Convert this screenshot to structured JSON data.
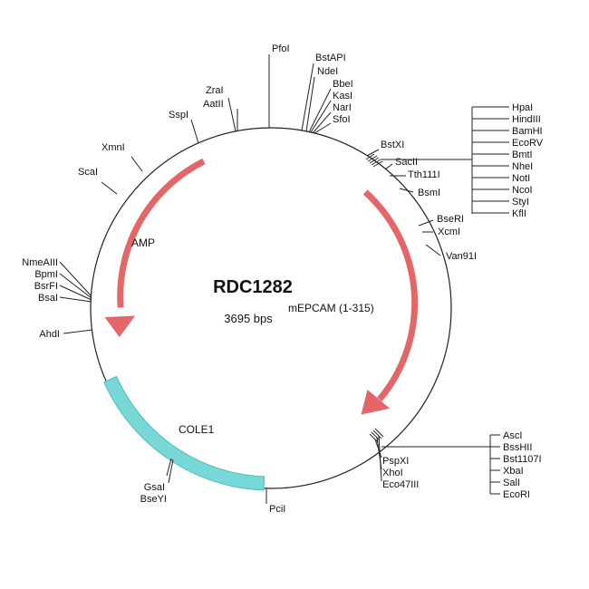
{
  "plasmid": {
    "name": "RDC1282",
    "size_label": "3695 bps"
  },
  "colors": {
    "arrow": "#e46668",
    "arrow_stroke": "#c94b4e",
    "cole1": "#78d8d8",
    "cole1_stroke": "#4fbdbd",
    "backbone": "#222222"
  },
  "features": [
    {
      "id": "mepcam",
      "label": "mEPCAM (1-315)",
      "kind": "arrow"
    },
    {
      "id": "amp",
      "label": "AMP",
      "kind": "arrow"
    },
    {
      "id": "cole1",
      "label": "COLE1",
      "kind": "band"
    }
  ],
  "sites": {
    "pfoi": "PfoI",
    "bstapi": "BstAPI",
    "ndei": "NdeI",
    "bbei": "BbeI",
    "kasi": "KasI",
    "nari": "NarI",
    "sfoi": "SfoI",
    "bstxi": "BstXI",
    "sacii": "SacII",
    "tth111i": "Tth111I",
    "bsmi": "BsmI",
    "bseri": "BseRI",
    "xcmi": "XcmI",
    "van91i": "Van91I",
    "pspxi": "PspXI",
    "xhoi": "XhoI",
    "eco47iii": "Eco47III",
    "pcii": "PciI",
    "gsai": "GsaI",
    "bseyi": "BseYI",
    "ahdi": "AhdI",
    "nmeaiii": "NmeAIII",
    "bpmi": "BpmI",
    "bsrfi": "BsrFI",
    "bsai": "BsaI",
    "scai": "ScaI",
    "xmni": "XmnI",
    "sspi": "SspI",
    "zrai": "ZraI",
    "aatii": "AatII"
  },
  "mcs_upper": [
    "HpaI",
    "HindIII",
    "BamHI",
    "EcoRV",
    "BmtI",
    "NheI",
    "NotI",
    "NcoI",
    "StyI",
    "KflI"
  ],
  "mcs_lower": [
    "AscI",
    "BssHII",
    "Bst1107I",
    "XbaI",
    "SalI",
    "EcoRI"
  ]
}
